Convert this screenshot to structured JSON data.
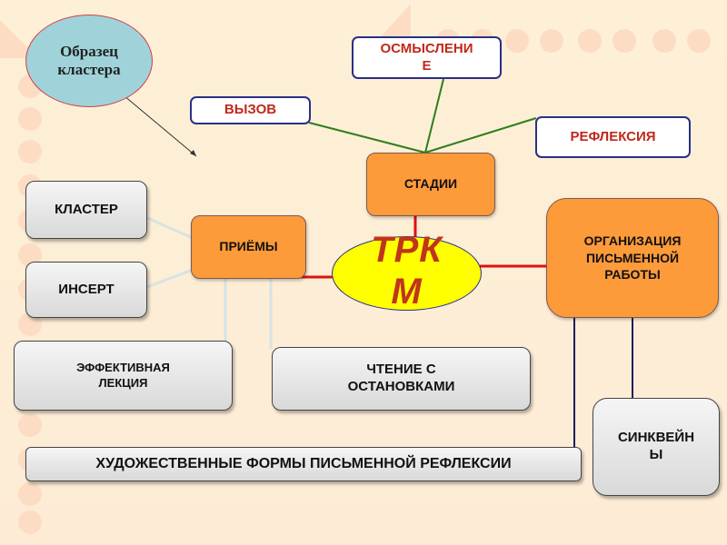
{
  "diagram": {
    "sample_label": "Образец кластера",
    "center": "ТРКМ",
    "center_lines": [
      "ТРК",
      "М"
    ],
    "stages": {
      "label": "СТАДИИ",
      "items": [
        "ВЫЗОВ",
        "ОСМЫСЛЕНИЕ",
        "РЕФЛЕКСИЯ"
      ],
      "osmyslenie_lines": [
        "ОСМЫСЛЕНИ",
        "Е"
      ]
    },
    "techniques": {
      "label": "ПРИЁМЫ",
      "items": [
        "КЛАСТЕР",
        "ИНСЕРТ",
        "ЭФФЕКТИВНАЯ ЛЕКЦИЯ",
        "ЧТЕНИЕ С ОСТАНОВКАМИ"
      ],
      "lecture_lines": [
        "ЭФФЕКТИВНАЯ",
        "ЛЕКЦИЯ"
      ],
      "reading_lines": [
        "ЧТЕНИЕ С",
        "ОСТАНОВКАМИ"
      ]
    },
    "writing": {
      "label": "ОРГАНИЗАЦИЯ ПИСЬМЕННОЙ РАБОТЫ",
      "label_lines": [
        "ОРГАНИЗАЦИЯ",
        "ПИСЬМЕННОЙ",
        "РАБОТЫ"
      ],
      "items": [
        "ХУДОЖЕСТВЕННЫЕ ФОРМЫ ПИСЬМЕННОЙ РЕФЛЕКСИИ",
        "СИНКВЕЙНЫ"
      ],
      "sinkwine_lines": [
        "СИНКВЕЙН",
        "Ы"
      ]
    }
  },
  "colors": {
    "background": "#fdefd8",
    "orange_node": "#fd9a3a",
    "center_oval": "#ffff00",
    "sample_oval": "#9fd3d9",
    "stage_text": "#c0281b",
    "green_connector": "#2e7d1e",
    "red_connector": "#e01010",
    "navy_connector": "#1c1f5a",
    "light_connector": "#d7e3e3"
  }
}
